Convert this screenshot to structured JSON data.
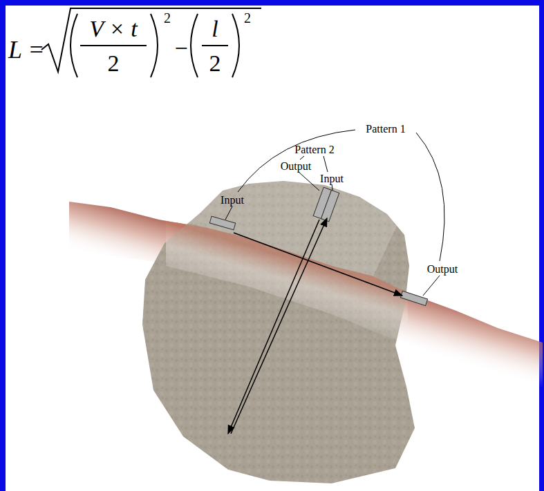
{
  "diagram": {
    "labels": [
      "L =",
      "V × t",
      "2",
      "2",
      "−",
      "l",
      "2",
      "2",
      "Pattern 1",
      "Pattern 2",
      "Output",
      "Input",
      "Input",
      "Output"
    ]
  }
}
